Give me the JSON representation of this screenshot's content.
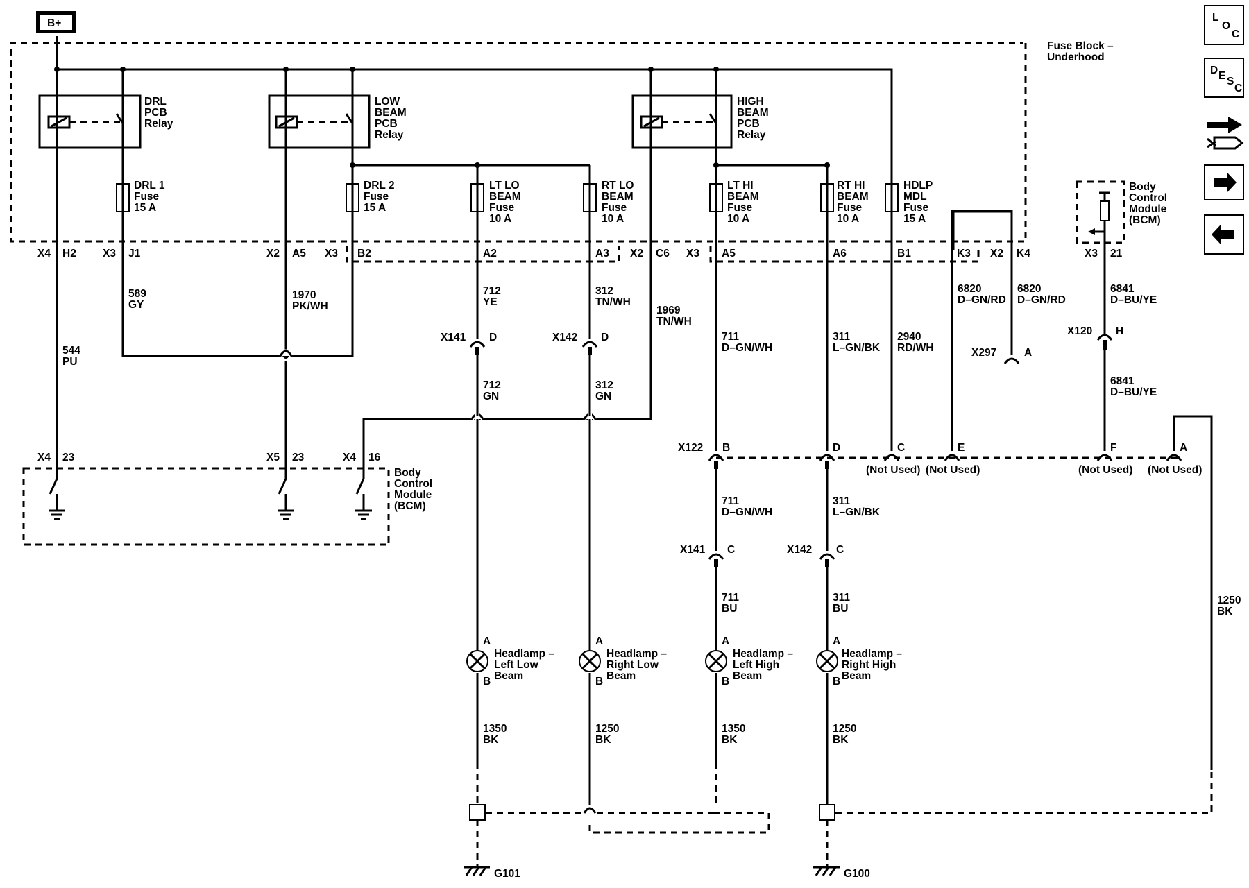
{
  "battery": "B+",
  "fuse_block": {
    "title_line1": "Fuse Block –",
    "title_line2": "Underhood"
  },
  "relays": {
    "drl": [
      "DRL",
      "PCB",
      "Relay"
    ],
    "low": [
      "LOW",
      "BEAM",
      "PCB",
      "Relay"
    ],
    "high": [
      "HIGH",
      "BEAM",
      "PCB",
      "Relay"
    ]
  },
  "fuses": {
    "drl1": [
      "DRL 1",
      "Fuse",
      "15 A"
    ],
    "drl2": [
      "DRL 2",
      "Fuse",
      "15 A"
    ],
    "ltlo": [
      "LT LO",
      "BEAM",
      "Fuse",
      "10 A"
    ],
    "rtlo": [
      "RT LO",
      "BEAM",
      "Fuse",
      "10 A"
    ],
    "lthi": [
      "LT HI",
      "BEAM",
      "Fuse",
      "10 A"
    ],
    "rthi": [
      "RT HI",
      "BEAM",
      "Fuse",
      "10 A"
    ],
    "hdlp": [
      "HDLP",
      "MDL",
      "Fuse",
      "15 A"
    ]
  },
  "pins": {
    "x4": "X4",
    "h2": "H2",
    "x3": "X3",
    "j1": "J1",
    "x2": "X2",
    "a5": "A5",
    "x3b": "X3",
    "b2": "B2",
    "a2": "A2",
    "a3": "A3",
    "x2b": "X2",
    "c6": "C6",
    "x3c": "X3",
    "a5b": "A5",
    "a6": "A6",
    "b1": "B1",
    "k3": "K3",
    "x2c": "X2",
    "k4": "K4",
    "x3d": "X3",
    "p21": "21"
  },
  "wires": {
    "w589": [
      "589",
      "GY"
    ],
    "w1970": [
      "1970",
      "PK/WH"
    ],
    "w544": [
      "544",
      "PU"
    ],
    "w712ye": [
      "712",
      "YE"
    ],
    "w312tn": [
      "312",
      "TN/WH"
    ],
    "w1969": [
      "1969",
      "TN/WH"
    ],
    "w712gn": [
      "712",
      "GN"
    ],
    "w312gn": [
      "312",
      "GN"
    ],
    "w711a": [
      "711",
      "D–GN/WH"
    ],
    "w311a": [
      "311",
      "L–GN/BK"
    ],
    "w2940": [
      "2940",
      "RD/WH"
    ],
    "w6820a": [
      "6820",
      "D–GN/RD"
    ],
    "w6820b": [
      "6820",
      "D–GN/RD"
    ],
    "w6841a": [
      "6841",
      "D–BU/YE"
    ],
    "w6841b": [
      "6841",
      "D–BU/YE"
    ],
    "w711b": [
      "711",
      "D–GN/WH"
    ],
    "w311b": [
      "311",
      "L–GN/BK"
    ],
    "w711bu": [
      "711",
      "BU"
    ],
    "w311bu": [
      "311",
      "BU"
    ],
    "w1350a": [
      "1350",
      "BK"
    ],
    "w1250a": [
      "1250",
      "BK"
    ],
    "w1350b": [
      "1350",
      "BK"
    ],
    "w1250b": [
      "1250",
      "BK"
    ],
    "w1250c": [
      "1250",
      "BK"
    ]
  },
  "connectors": {
    "x141a": "X141",
    "x141a_pin": "D",
    "x142a": "X142",
    "x142a_pin": "D",
    "x297": "X297",
    "x297_pin": "A",
    "x120": "X120",
    "x120_pin": "H",
    "x122": "X122",
    "x122_b": "B",
    "x122_d": "D",
    "x122_c": "C",
    "x122_e": "E",
    "x122_f": "F",
    "x122_a": "A",
    "not_used": "(Not Used)",
    "x141b": "X141",
    "x141b_pin": "C",
    "x142b": "X142",
    "x142b_pin": "C"
  },
  "bcm_low": {
    "x4a": "X4",
    "p23a": "23",
    "x5": "X5",
    "p23b": "23",
    "x4b": "X4",
    "p16": "16",
    "label": [
      "Body",
      "Control",
      "Module",
      "(BCM)"
    ]
  },
  "bcm_top": {
    "label": [
      "Body",
      "Control",
      "Module",
      "(BCM)"
    ]
  },
  "lamps": {
    "ll": [
      "Headlamp –",
      "Left Low",
      "Beam"
    ],
    "rl": [
      "Headlamp –",
      "Right Low",
      "Beam"
    ],
    "lh": [
      "Headlamp –",
      "Left High",
      "Beam"
    ],
    "rh": [
      "Headlamp –",
      "Right High",
      "Beam"
    ],
    "pin_a": "A",
    "pin_b": "B"
  },
  "grounds": {
    "g101": "G101",
    "g100": "G100"
  },
  "nav": {
    "loc": [
      "L",
      "O",
      "C"
    ],
    "desc": [
      "D",
      "E",
      "S",
      "C"
    ],
    "icons": [
      "connector-icon",
      "arrow-right-icon",
      "arrow-left-icon"
    ]
  }
}
